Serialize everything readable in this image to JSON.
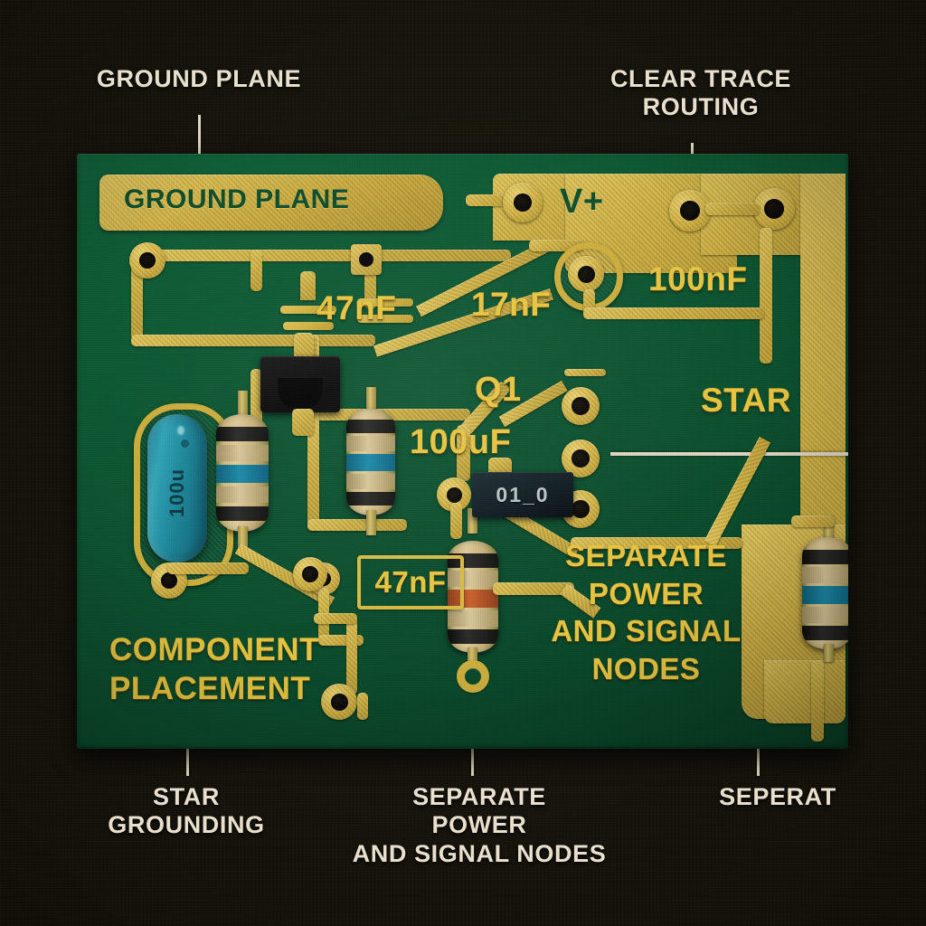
{
  "image": {
    "subject": "printed circuit board layout with annotation callouts",
    "background_color": "#141109",
    "board_color": "#0c5531",
    "copper_color": "#cdae3c",
    "silkscreen_color": "#e8c53f",
    "callout_color": "#e8e0cd"
  },
  "callouts": [
    {
      "id": "ground-plane",
      "text": "GROUND PLANE"
    },
    {
      "id": "clear-trace-routing",
      "text": "CLEAR TRACE\nROUTING"
    },
    {
      "id": "star-grounding",
      "text": "STAR\nGROUNDING"
    },
    {
      "id": "separate-nodes",
      "text": "SEPARATE\nPOWER\nAND SIGNAL NODES"
    },
    {
      "id": "seperat",
      "text": "SEPERAT"
    }
  ],
  "board_silkscreen": {
    "ground_plane_pour": "GROUND PLANE",
    "v_plus": "V+",
    "cap_47nf_top": "47nF",
    "cap_17nf": "17nF",
    "cap_100nf": "100nF",
    "star": "STAR",
    "q1": "Q1",
    "cap_100uf": "100uF",
    "cap_47nf_bottom": "47nF",
    "separate_nodes_block": "SEPARATE\nPOWER\nAND SIGNAL\nNODES",
    "component_placement": "COMPONENT\nPLACEMENT"
  },
  "components": {
    "smd_chip_marking": "01_0",
    "electrolytic_cap_marking": "100u",
    "resistors": [
      {
        "id": "r-left",
        "bands": [
          "black",
          "tan",
          "teal",
          "tan",
          "black"
        ]
      },
      {
        "id": "r-center",
        "bands": [
          "black",
          "tan",
          "teal",
          "tan",
          "black"
        ]
      },
      {
        "id": "r-bottom",
        "bands": [
          "black",
          "tan",
          "orange",
          "tan",
          "black"
        ]
      },
      {
        "id": "r-right",
        "bands": [
          "black",
          "tan",
          "teal",
          "tan",
          "black"
        ]
      }
    ]
  }
}
